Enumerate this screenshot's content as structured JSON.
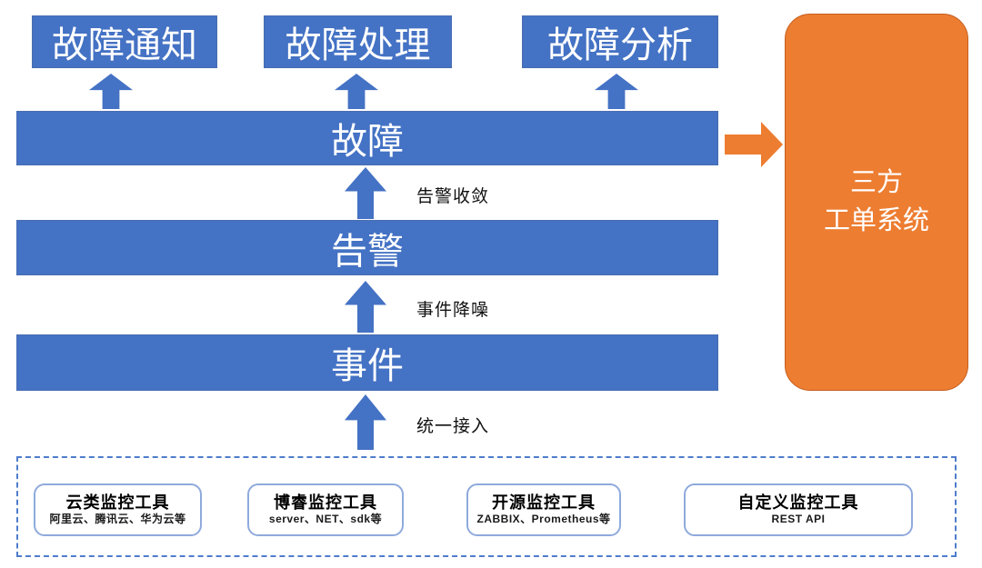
{
  "diagram": {
    "outputs": [
      {
        "label": "故障通知"
      },
      {
        "label": "故障处理"
      },
      {
        "label": "故障分析"
      }
    ],
    "layers": [
      {
        "label": "故障"
      },
      {
        "label": "告警"
      },
      {
        "label": "事件"
      }
    ],
    "transitions": [
      {
        "label": "告警收敛"
      },
      {
        "label": "事件降噪"
      },
      {
        "label": "统一接入"
      }
    ],
    "third_party_system": {
      "line1": "三方",
      "line2": "工单系统"
    },
    "monitoring_tools": [
      {
        "title": "云类监控工具",
        "subtitle": "阿里云、腾讯云、华为云等"
      },
      {
        "title": "博睿监控工具",
        "subtitle": "server、NET、sdk等"
      },
      {
        "title": "开源监控工具",
        "subtitle": "ZABBIX、Prometheus等"
      },
      {
        "title": "自定义监控工具",
        "subtitle": "REST API"
      }
    ],
    "colors": {
      "primary_blue": "#4472C4",
      "accent_orange": "#ED7D31",
      "tool_box_border": "#8FAADC",
      "dashed_border": "#4F7CCB"
    }
  }
}
